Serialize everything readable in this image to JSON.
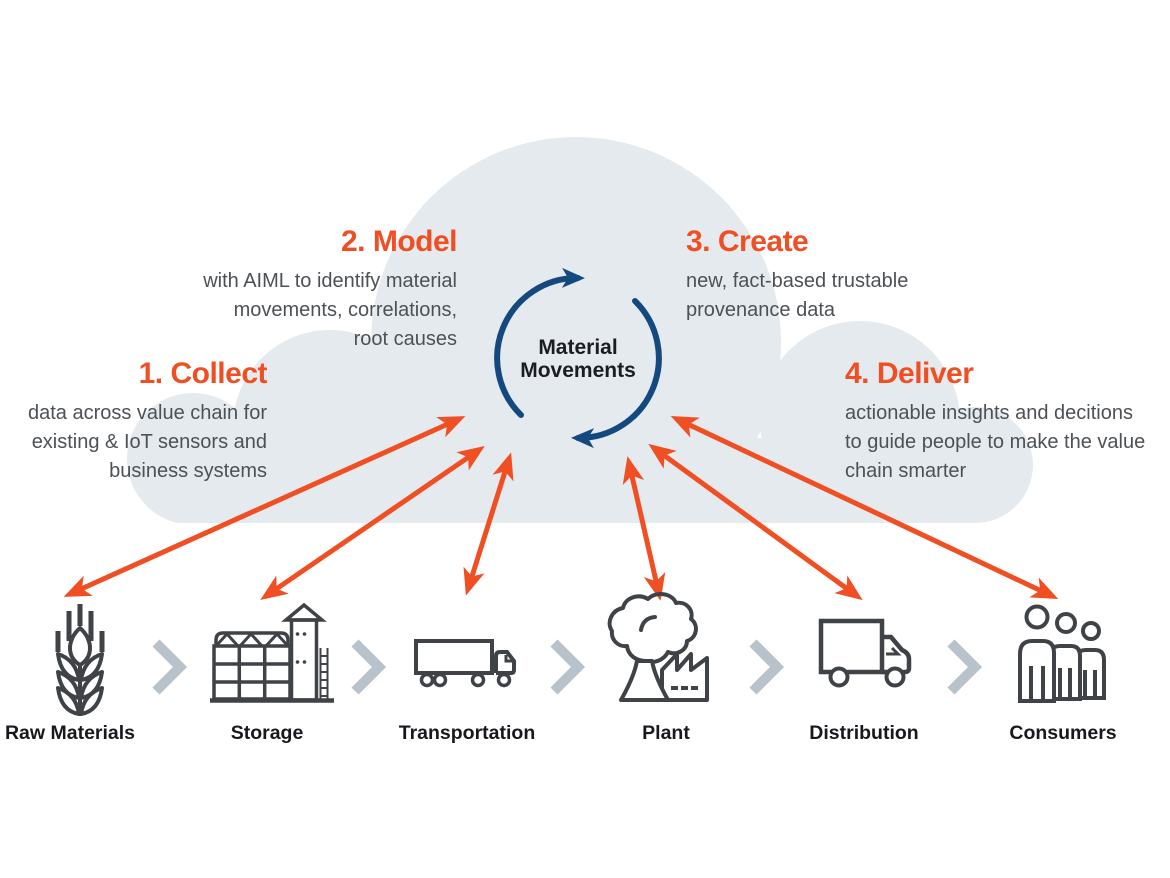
{
  "diagram_title": "",
  "colors": {
    "accent_orange": "#f04e23",
    "navy_blue": "#14497f",
    "cloud_fill": "#e4eaee",
    "body_text_gray": "#4d5156",
    "icon_stroke_gray": "#3f4246",
    "chevron_gray": "#b7c2ca",
    "label_text": "#17191d",
    "background": "#ffffff"
  },
  "center": {
    "icon": "cycle-arrows-icon",
    "label_line1": "Material",
    "label_line2": "Movements"
  },
  "steps": [
    {
      "title": "1. Collect",
      "lines": [
        "data across value chain for",
        "existing & IoT sensors and",
        "business systems"
      ]
    },
    {
      "title": "2. Model",
      "lines": [
        "with AIML to identify material",
        "movements, correlations,",
        "root causes"
      ]
    },
    {
      "title": "3. Create",
      "lines": [
        "new, fact-based trustable",
        "provenance data"
      ]
    },
    {
      "title": "4. Deliver",
      "lines": [
        "actionable insights and decitions",
        "to guide people to make the value",
        "chain smarter"
      ]
    }
  ],
  "chain": {
    "stages": [
      {
        "label": "Raw Materials",
        "icon": "wheat-icon"
      },
      {
        "label": "Storage",
        "icon": "silo-icon"
      },
      {
        "label": "Transportation",
        "icon": "semi-truck-icon"
      },
      {
        "label": "Plant",
        "icon": "factory-icon"
      },
      {
        "label": "Distribution",
        "icon": "delivery-truck-icon"
      },
      {
        "label": "Consumers",
        "icon": "people-icon"
      }
    ],
    "separator_icon": "chevron-right-icon",
    "link_icon": "double-headed-arrow-icon"
  }
}
